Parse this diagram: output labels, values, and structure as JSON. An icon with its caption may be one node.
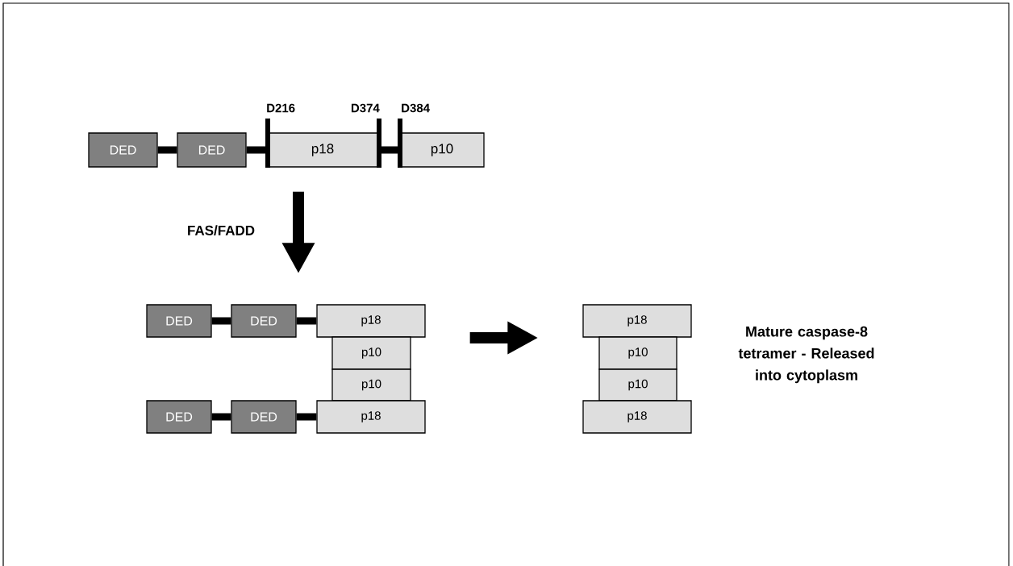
{
  "diagram": {
    "nodes": [
      {
        "text": [
          "DED"
        ]
      },
      {
        "text": [
          "DED"
        ]
      },
      {
        "text": [
          "p18"
        ]
      },
      {
        "text": [
          "p10"
        ]
      },
      {
        "text": [
          "DED"
        ]
      },
      {
        "text": [
          "DED"
        ]
      },
      {
        "text": [
          "p18"
        ]
      },
      {
        "text": [
          "p10"
        ]
      },
      {
        "text": [
          "p10"
        ]
      },
      {
        "text": [
          "DED"
        ]
      },
      {
        "text": [
          "DED"
        ]
      },
      {
        "text": [
          "p18"
        ]
      },
      {
        "text": [
          "p18"
        ]
      },
      {
        "text": [
          "p10"
        ]
      },
      {
        "text": [
          "p10"
        ]
      },
      {
        "text": [
          "p18"
        ]
      }
    ],
    "edges": [
      {
        "from": 0,
        "to": 1,
        "arrow": "none"
      },
      {
        "from": 1,
        "to": 2,
        "arrow": "none"
      },
      {
        "from": 2,
        "to": 3,
        "arrow": "none"
      },
      {
        "from": 2,
        "to": 6,
        "arrow": "to",
        "label": "FAS/FADD"
      },
      {
        "from": 4,
        "to": 5,
        "arrow": "none"
      },
      {
        "from": 5,
        "to": 6,
        "arrow": "none"
      },
      {
        "from": 9,
        "to": 10,
        "arrow": "none"
      },
      {
        "from": 10,
        "to": 11,
        "arrow": "none"
      },
      {
        "from": 6,
        "to": 12,
        "arrow": "to"
      }
    ],
    "labels": [
      "D216",
      "D374",
      "D384",
      "Mature caspase-8 tetramer - Released into cytoplasm"
    ]
  }
}
